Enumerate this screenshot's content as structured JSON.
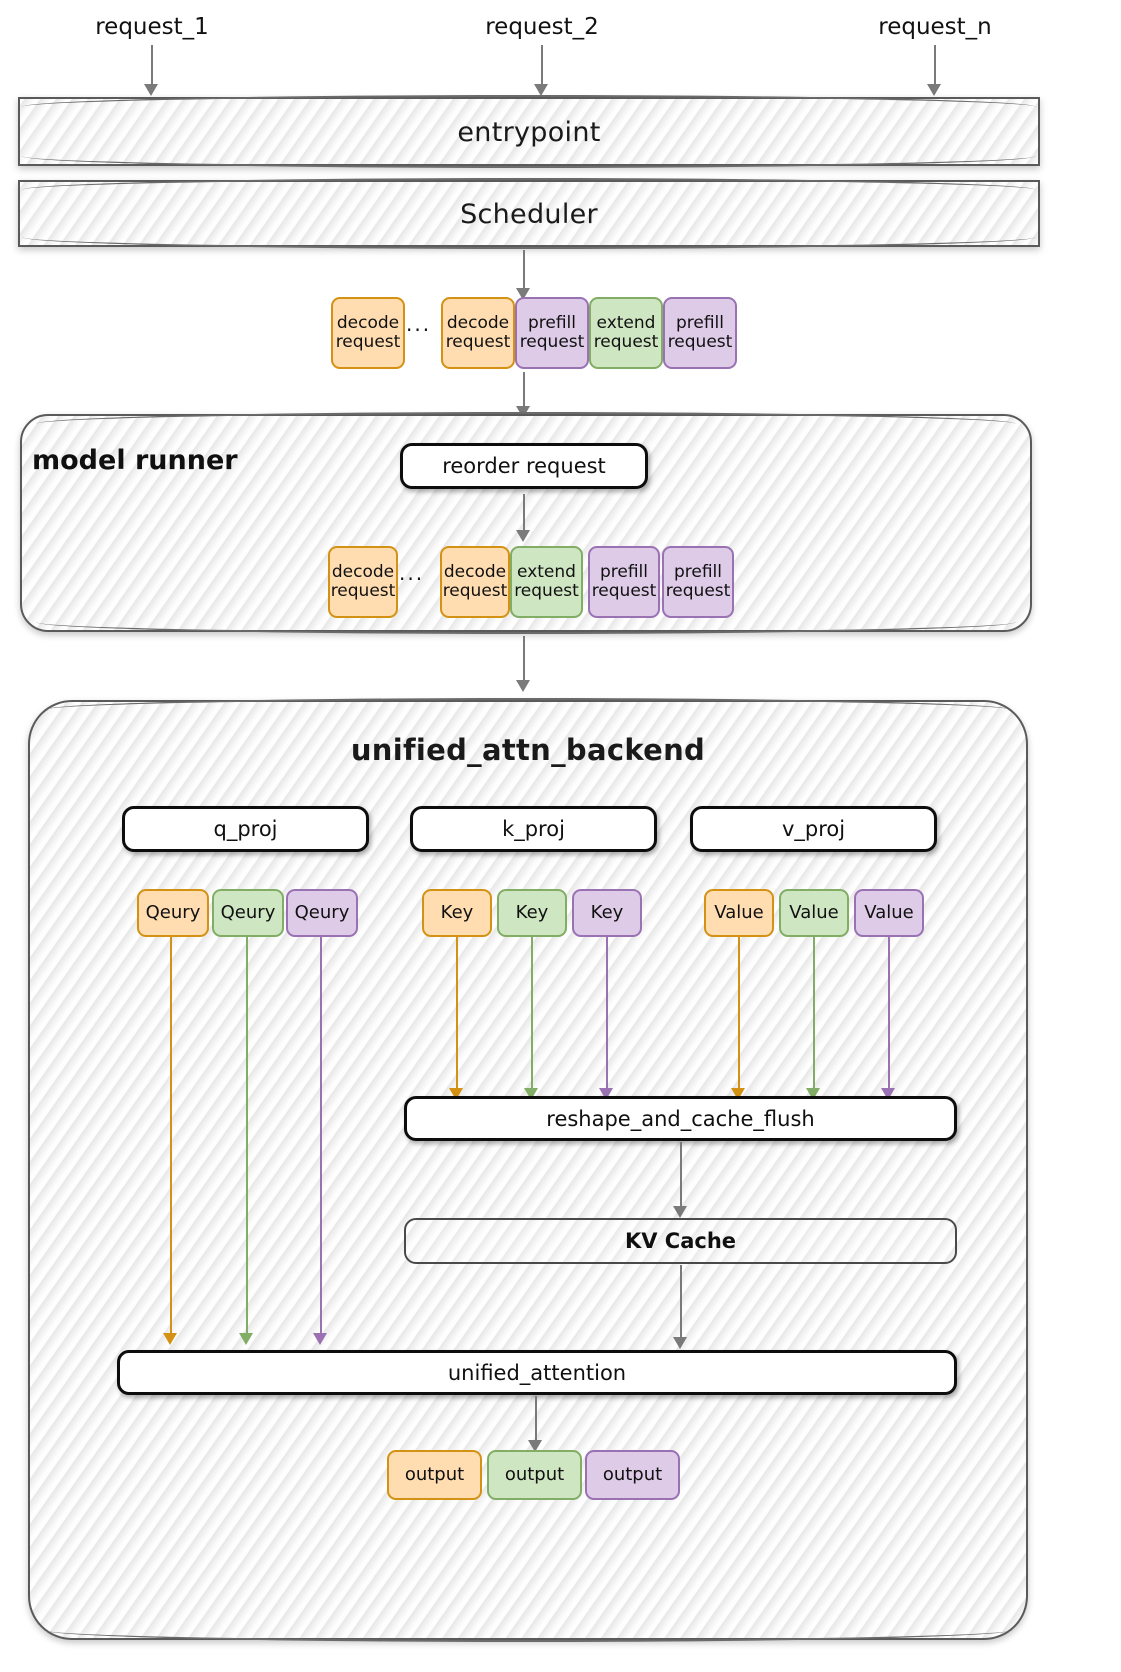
{
  "diagram": {
    "title": "unified attention backend request flow",
    "colors": {
      "orange_fill": "#ffddb0",
      "orange_stroke": "#d49214",
      "green_fill": "#cfe6c2",
      "green_stroke": "#81ad64",
      "purple_fill": "#ddcbe8",
      "purple_stroke": "#9a72b4",
      "container_stroke": "#5a5a5a",
      "arrow_gray": "#7a7a7a",
      "process_stroke": "#0d0d0d"
    }
  },
  "inputs": {
    "labels": [
      "request_1",
      "request_2",
      "request_n"
    ]
  },
  "bands": {
    "entrypoint": "entrypoint",
    "scheduler": "Scheduler"
  },
  "scheduler_queue": {
    "ellipsis": "...",
    "items": [
      {
        "line1": "decode",
        "line2": "request",
        "color": "orange"
      },
      {
        "line1": "decode",
        "line2": "request",
        "color": "orange"
      },
      {
        "line1": "prefill",
        "line2": "request",
        "color": "purple"
      },
      {
        "line1": "extend",
        "line2": "request",
        "color": "green"
      },
      {
        "line1": "prefill",
        "line2": "request",
        "color": "purple"
      }
    ]
  },
  "model_runner": {
    "title": "model runner",
    "reorder_box": "reorder request",
    "ellipsis": "...",
    "queue": [
      {
        "line1": "decode",
        "line2": "request",
        "color": "orange"
      },
      {
        "line1": "decode",
        "line2": "request",
        "color": "orange"
      },
      {
        "line1": "extend",
        "line2": "request",
        "color": "green"
      },
      {
        "line1": "prefill",
        "line2": "request",
        "color": "purple"
      },
      {
        "line1": "prefill",
        "line2": "request",
        "color": "purple"
      }
    ]
  },
  "backend": {
    "title": "unified_attn_backend",
    "projections": [
      {
        "label": "q_proj"
      },
      {
        "label": "k_proj"
      },
      {
        "label": "v_proj"
      }
    ],
    "query_tensors": [
      {
        "label": "Qeury",
        "color": "orange"
      },
      {
        "label": "Qeury",
        "color": "green"
      },
      {
        "label": "Qeury",
        "color": "purple"
      }
    ],
    "key_tensors": [
      {
        "label": "Key",
        "color": "orange"
      },
      {
        "label": "Key",
        "color": "green"
      },
      {
        "label": "Key",
        "color": "purple"
      }
    ],
    "value_tensors": [
      {
        "label": "Value",
        "color": "orange"
      },
      {
        "label": "Value",
        "color": "green"
      },
      {
        "label": "Value",
        "color": "purple"
      }
    ],
    "reshape_box": "reshape_and_cache_flush",
    "kv_cache_box": "KV Cache",
    "attention_box": "unified_attention",
    "outputs": [
      {
        "label": "output",
        "color": "orange"
      },
      {
        "label": "output",
        "color": "green"
      },
      {
        "label": "output",
        "color": "purple"
      }
    ]
  }
}
